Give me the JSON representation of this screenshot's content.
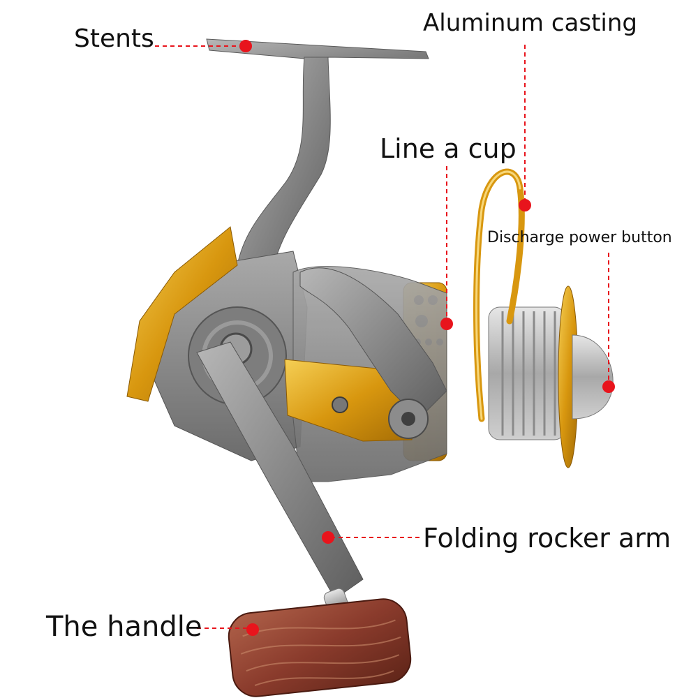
{
  "labels": {
    "stents": "Stents",
    "aluminum_casting": "Aluminum casting",
    "line_cup": "Line a cup",
    "discharge_button": "Discharge power button",
    "rocker_arm": "Folding rocker arm",
    "handle": "The handle"
  },
  "colors": {
    "leader": "#e8141c",
    "metal_gray": "#8d8d8d",
    "gold": "#e0a21c",
    "wood": "#8a3b2c",
    "text": "#111111"
  }
}
